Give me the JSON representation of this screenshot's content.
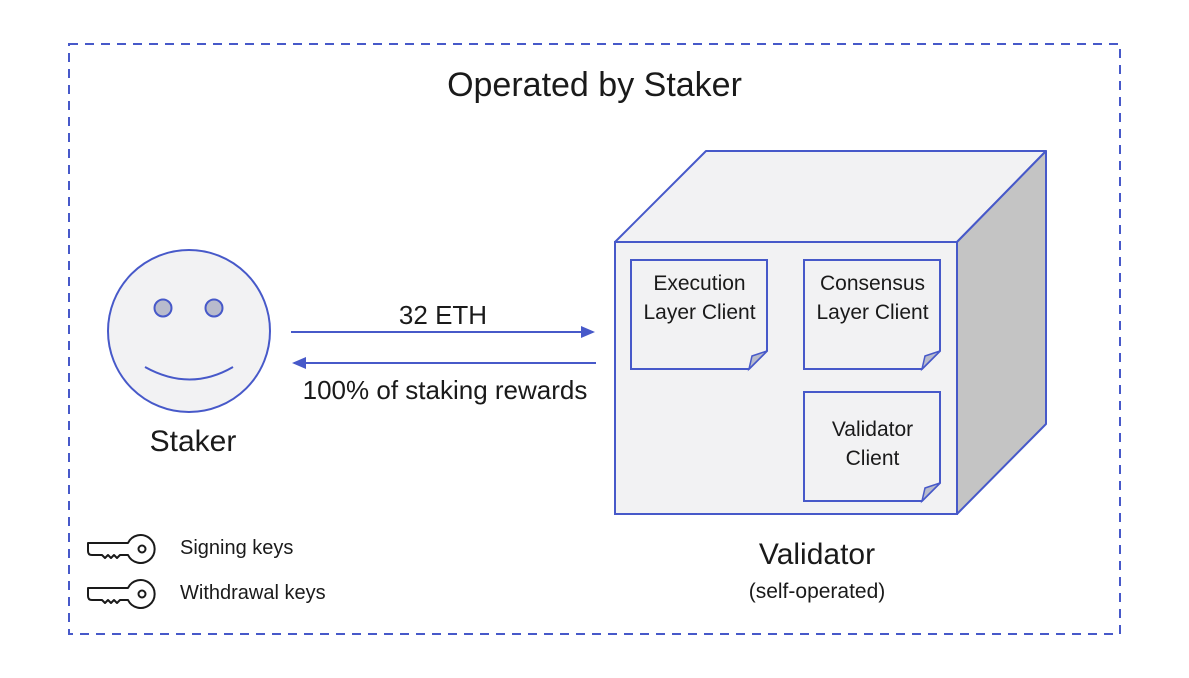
{
  "title": "Operated by Staker",
  "staker": {
    "label": "Staker"
  },
  "flows": {
    "deposit": {
      "label": "32 ETH",
      "direction": "staker-to-validator"
    },
    "rewards": {
      "label": "100% of staking rewards",
      "direction": "validator-to-staker"
    }
  },
  "validator": {
    "label": "Validator",
    "sublabel": "(self-operated)",
    "components": [
      {
        "name": "Execution Layer Client"
      },
      {
        "name": "Consensus Layer Client"
      },
      {
        "name": "Validator Client"
      }
    ]
  },
  "legend": [
    {
      "icon": "key-icon",
      "label": "Signing keys"
    },
    {
      "icon": "key-icon",
      "label": "Withdrawal keys"
    }
  ],
  "colors": {
    "stroke": "#4759c9",
    "fill": "#f2f2f3",
    "side": "#c4c4c4",
    "eye": "#b8bbcc"
  }
}
